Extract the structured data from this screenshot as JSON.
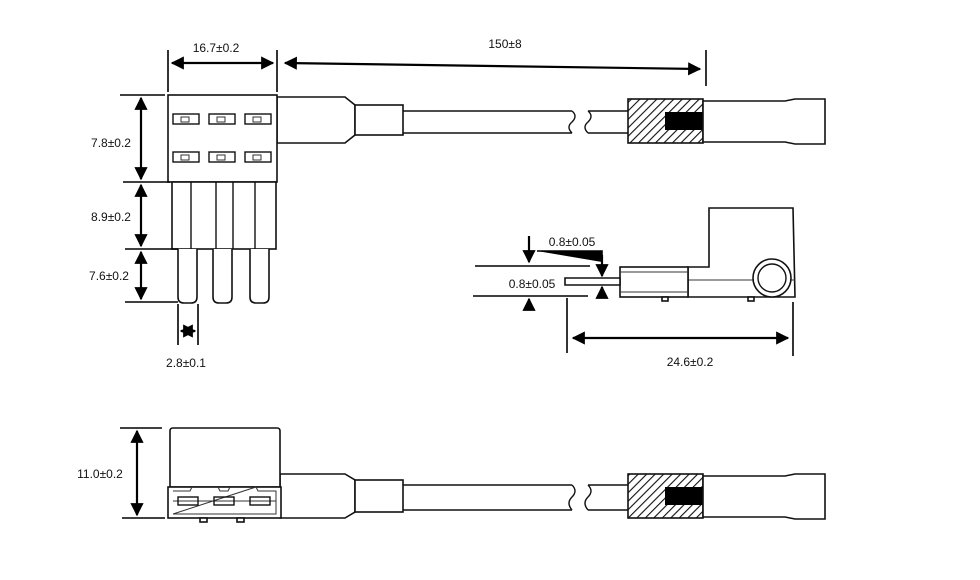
{
  "dimensions": {
    "top_width": "16.7±0.2",
    "wire_length": "150±8",
    "body_height": "7.8±0.2",
    "leg_height": "8.9±0.2",
    "pin_length": "7.6±0.2",
    "pin_width": "2.8±0.1",
    "pin_offset": "0.8±0.05",
    "pin_thickness": "0.8±0.05",
    "side_length": "24.6±0.2",
    "bottom_height": "11.0±0.2"
  }
}
